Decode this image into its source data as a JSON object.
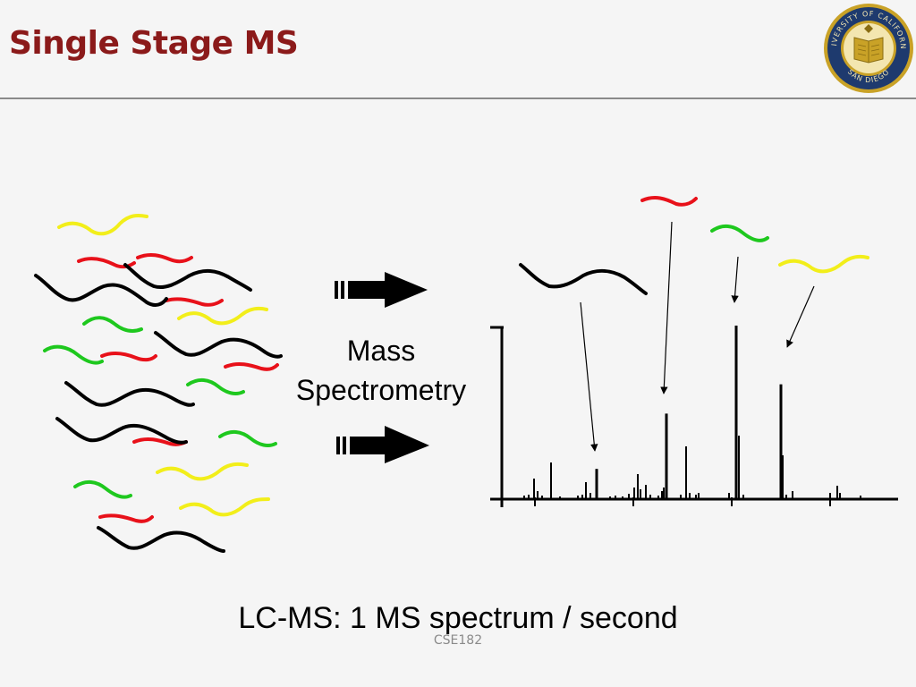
{
  "slide": {
    "title": "Single Stage MS",
    "process_label_line1": "Mass",
    "process_label_line2": "Spectrometry",
    "caption": "LC-MS: 1 MS spectrum / second",
    "footer": "CSE182"
  },
  "logo": {
    "name": "university-seal",
    "lettering": "UNIVERSITY OF CALIFORNIA · SAN DIEGO",
    "ring_color": "#1e3a6e",
    "gold_color": "#c9a227"
  },
  "colors": {
    "peptide_black": "#000000",
    "peptide_red": "#e8111a",
    "peptide_green": "#1ec81e",
    "peptide_yellow": "#f2ee1a",
    "title_color": "#8b1a1a",
    "background": "#f5f5f5"
  },
  "spectrum": {
    "type": "bar",
    "major_peaks": [
      {
        "label": "black-peptide-peak",
        "color": "black",
        "relative_intensity": 0.17
      },
      {
        "label": "red-peptide-peak",
        "color": "red",
        "relative_intensity": 0.49
      },
      {
        "label": "green-peptide-peak",
        "color": "green",
        "relative_intensity": 1.0
      },
      {
        "label": "yellow-peptide-peak",
        "color": "yellow",
        "relative_intensity": 0.66
      }
    ]
  }
}
